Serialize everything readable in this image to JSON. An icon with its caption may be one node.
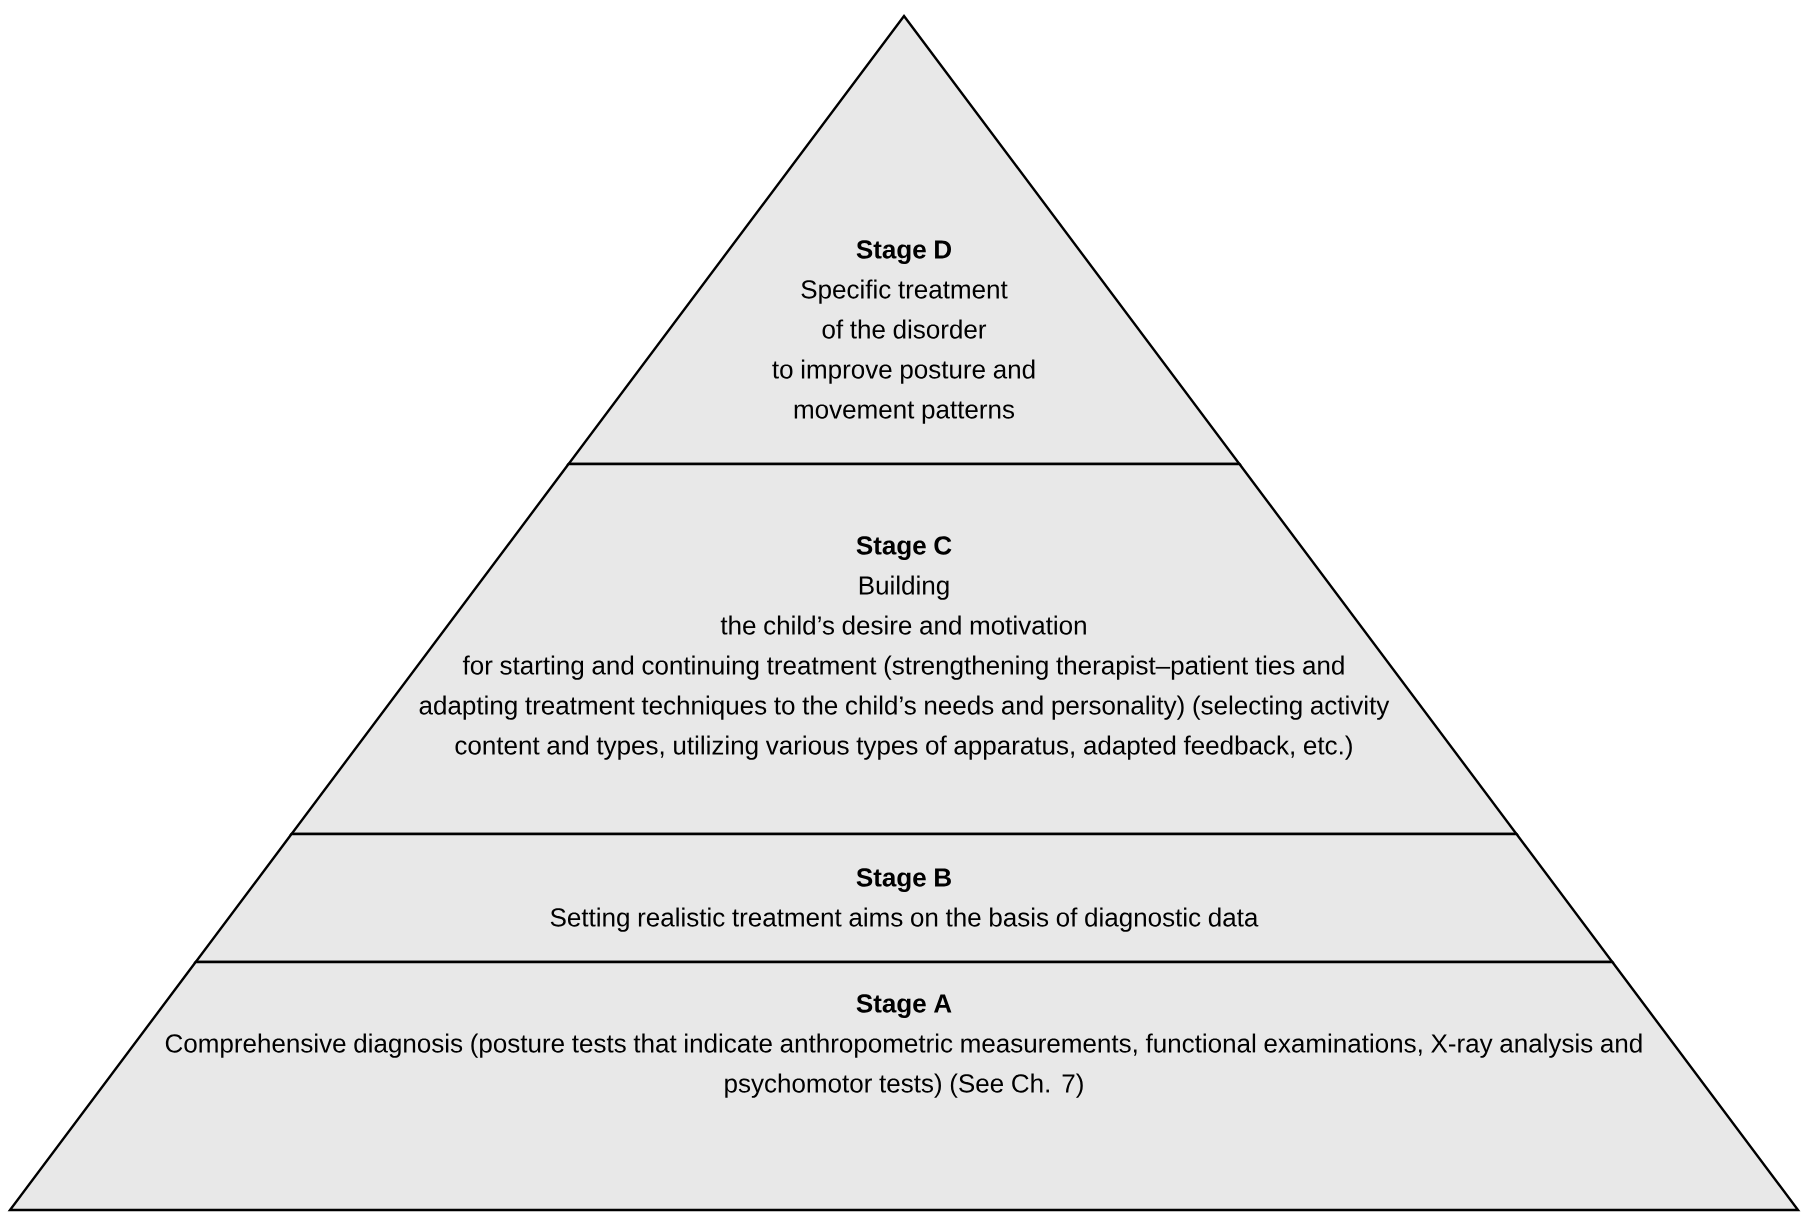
{
  "diagram": {
    "nodes": [
      {
        "text": [
          "Stage D",
          "Specific treatment of the disorder to improve posture and movement patterns"
        ]
      },
      {
        "text": [
          "Stage C",
          "Building the child’s desire and motivation for starting and continuing treatment (strengthening therapist–patient ties and adapting treatment techniques to the child’s needs and personality) (selecting activity content and types, utilizing various types of apparatus, adapted feedback, etc.)"
        ]
      },
      {
        "text": [
          "Stage B",
          "Setting realistic treatment aims on the basis of diagnostic data"
        ]
      },
      {
        "text": [
          "Stage A",
          "Comprehensive diagnosis (posture tests that indicate anthropometric measurements, functional examinations, X-ray analysis and psychomotor tests) (See Ch. 7)"
        ]
      }
    ]
  }
}
